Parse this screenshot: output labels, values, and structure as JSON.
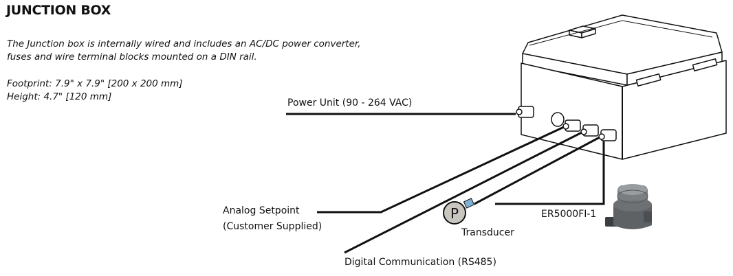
{
  "title": "JUNCTION BOX",
  "description": {
    "line1": "The Junction box is internally wired and includes an AC/DC power converter,",
    "line2": "fuses and wire terminal blocks mounted on a DIN rail.",
    "footprint": "Footprint: 7.9\" x 7.9\" [200 x 200 mm]",
    "height": "Height: 4.7\" [120 mm]"
  },
  "labels": {
    "power_unit": "Power Unit (90 - 264 VAC)",
    "analog_setpoint_1": "Analog Setpoint",
    "analog_setpoint_2": "(Customer Supplied)",
    "digital_comm": "Digital Communication (RS485)",
    "transducer": "Transducer",
    "transducer_symbol": "P",
    "controller": "ER5000FI-1"
  },
  "colors": {
    "line": "#111111",
    "transducer_fill": "#c9c6c0",
    "transducer_fitting": "#7fb0d6",
    "controller_body": "#7b7e81"
  }
}
